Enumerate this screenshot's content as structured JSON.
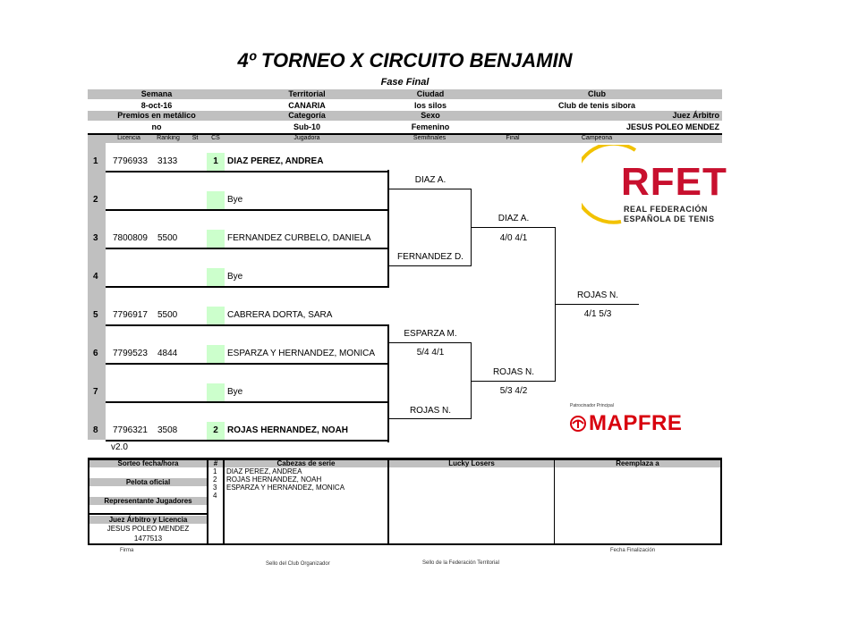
{
  "title": "4º TORNEO X CIRCUITO BENJAMIN",
  "subtitle": "Fase Final",
  "info": {
    "semana_label": "Semana",
    "semana": "8-oct-16",
    "territorial_label": "Territorial",
    "territorial": "CANARIA",
    "ciudad_label": "Ciudad",
    "ciudad": "los silos",
    "club_label": "Club",
    "club": "Club de tenis sibora",
    "premios_label": "Premios en metálico",
    "premios": "no",
    "categoria_label": "Categoría",
    "categoria": "Sub-10",
    "sexo_label": "Sexo",
    "sexo": "Femenino",
    "juez_label": "Juez Árbitro",
    "juez": "JESUS POLEO MENDEZ"
  },
  "columns": {
    "licencia": "Licencia",
    "ranking": "Ranking",
    "st": "St",
    "cs": "CS",
    "jugadora": "Jugadora",
    "semifinales": "Semifinales",
    "final": "Final",
    "campeona": "Campeona"
  },
  "players": [
    {
      "num": "1",
      "licencia": "7796933",
      "ranking": "3133",
      "cs": "1",
      "name": "DIAZ PEREZ, ANDREA"
    },
    {
      "num": "2",
      "licencia": "",
      "ranking": "",
      "cs": "",
      "name": "Bye"
    },
    {
      "num": "3",
      "licencia": "7800809",
      "ranking": "5500",
      "cs": "",
      "name": "FERNANDEZ CURBELO, DANIELA"
    },
    {
      "num": "4",
      "licencia": "",
      "ranking": "",
      "cs": "",
      "name": "Bye"
    },
    {
      "num": "5",
      "licencia": "7796917",
      "ranking": "5500",
      "cs": "",
      "name": "CABRERA DORTA, SARA"
    },
    {
      "num": "6",
      "licencia": "7799523",
      "ranking": "4844",
      "cs": "",
      "name": "ESPARZA Y HERNANDEZ, MONICA"
    },
    {
      "num": "7",
      "licencia": "",
      "ranking": "",
      "cs": "",
      "name": "Bye"
    },
    {
      "num": "8",
      "licencia": "7796321",
      "ranking": "3508",
      "cs": "2",
      "name": "ROJAS HERNANDEZ, NOAH"
    }
  ],
  "semifinals": [
    {
      "name": "DIAZ A.",
      "score": ""
    },
    {
      "name": "FERNANDEZ D.",
      "score": ""
    },
    {
      "name": "ESPARZA M.",
      "score": "5/4 4/1"
    },
    {
      "name": "ROJAS N.",
      "score": ""
    }
  ],
  "finals": [
    {
      "name": "DIAZ A.",
      "score": "4/0 4/1"
    },
    {
      "name": "ROJAS N.",
      "score": "5/3 4/2"
    }
  ],
  "champion": {
    "name": "ROJAS N.",
    "score": "4/1 5/3"
  },
  "logo": {
    "rfet": "RFET",
    "line1": "REAL FEDERACIÓN",
    "line2": "ESPAÑOLA DE TENIS",
    "color": "#c8102e",
    "arc": "#f2c200"
  },
  "sponsor": {
    "label": "Patrocinador Principal",
    "name": "MAPFRE",
    "color": "#d8000e"
  },
  "version": "v2.0",
  "footer": {
    "sorteo": "Sorteo fecha/hora",
    "pelota": "Pelota oficial",
    "representante": "Representante Jugadores",
    "juez_licencia": "Juez Árbitro y Licencia",
    "juez_name": "JESUS POLEO MENDEZ",
    "juez_num": "1477513",
    "hash": "#",
    "cabezas": "Cabezas de serie",
    "seeds": [
      {
        "n": "1",
        "name": "DIAZ PEREZ, ANDREA"
      },
      {
        "n": "2",
        "name": "ROJAS HERNANDEZ, NOAH"
      },
      {
        "n": "3",
        "name": "ESPARZA Y HERNANDEZ, MONICA"
      },
      {
        "n": "4",
        "name": ""
      }
    ],
    "lucky": "Lucky Losers",
    "reemplaza": "Reemplaza a",
    "firma": "Firma",
    "fecha_fin": "Fecha Finalización",
    "sello_club": "Sello del Club Organizador",
    "sello_fed": "Sello de la Federación Territorial"
  }
}
